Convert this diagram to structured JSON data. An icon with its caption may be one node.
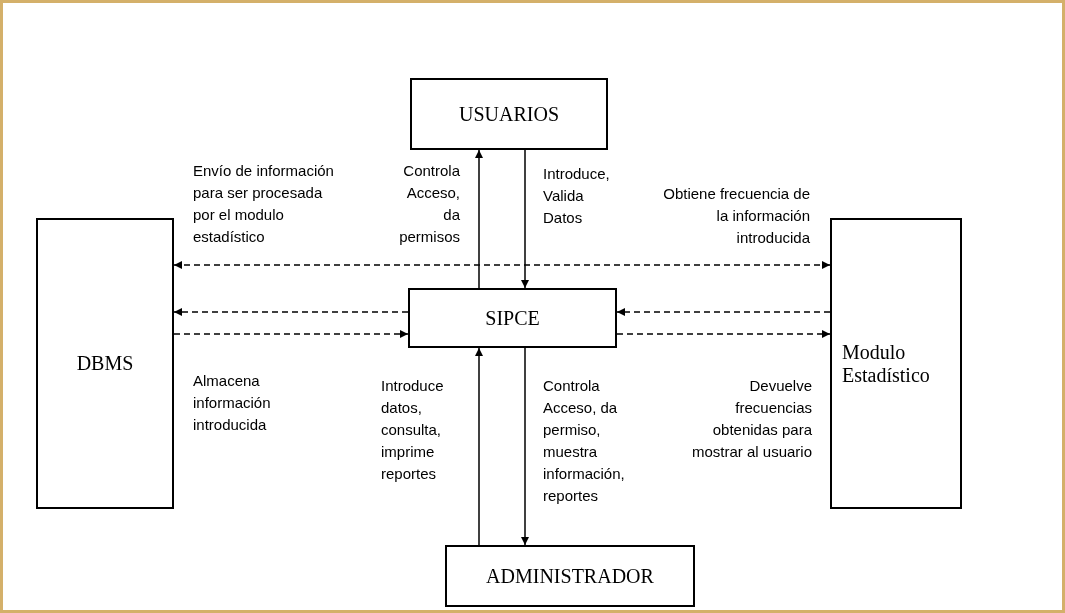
{
  "diagram": {
    "nodes": [
      {
        "text": [
          "USUARIOS"
        ]
      },
      {
        "text": [
          "DBMS"
        ]
      },
      {
        "text": [
          "SIPCE"
        ]
      },
      {
        "text": [
          "Modulo Estadístico"
        ]
      },
      {
        "text": [
          "ADMINISTRADOR"
        ]
      }
    ],
    "edges": [
      {
        "from": 2,
        "to": 0,
        "arrow": "to",
        "label": "Controla Acceso, da permisos"
      },
      {
        "from": 0,
        "to": 2,
        "arrow": "to",
        "label": "Introduce, Valida Datos"
      },
      {
        "from": 1,
        "to": 3,
        "arrow": "both",
        "style": "dashed",
        "label": "Envío de información para ser procesada por el modulo estadístico"
      },
      {
        "from": 2,
        "to": 1,
        "arrow": "to",
        "style": "dashed"
      },
      {
        "from": 1,
        "to": 2,
        "arrow": "to",
        "style": "dashed",
        "label": "Almacena información introducida"
      },
      {
        "from": 3,
        "to": 2,
        "arrow": "to",
        "style": "dashed"
      },
      {
        "from": 2,
        "to": 3,
        "arrow": "to",
        "style": "dashed",
        "label": "Devuelve frecuencias obtenidas para mostrar al usuario"
      },
      {
        "from": 4,
        "to": 2,
        "arrow": "to",
        "label": "Introduce datos, consulta, imprime reportes"
      },
      {
        "from": 2,
        "to": 4,
        "arrow": "to",
        "label": "Controla Acceso, da permiso, muestra información, reportes"
      }
    ],
    "labels": [
      "Obtiene frecuencia de la información introducida"
    ]
  }
}
